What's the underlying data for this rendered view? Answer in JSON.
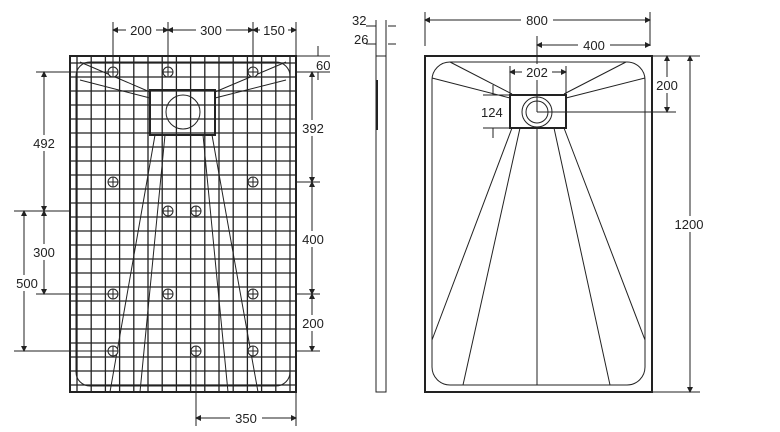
{
  "top_view": {
    "dims": {
      "d200": "200",
      "d300": "300",
      "d150": "150",
      "d60": "60",
      "d492": "492",
      "d392": "392",
      "d300v": "300",
      "d400": "400",
      "d500": "500",
      "d200v": "200",
      "d350": "350"
    }
  },
  "side_view": {
    "d32": "32",
    "d26": "26"
  },
  "front_view": {
    "d800": "800",
    "d400": "400",
    "d202": "202",
    "d200": "200",
    "d124": "124",
    "d1200": "1200"
  }
}
